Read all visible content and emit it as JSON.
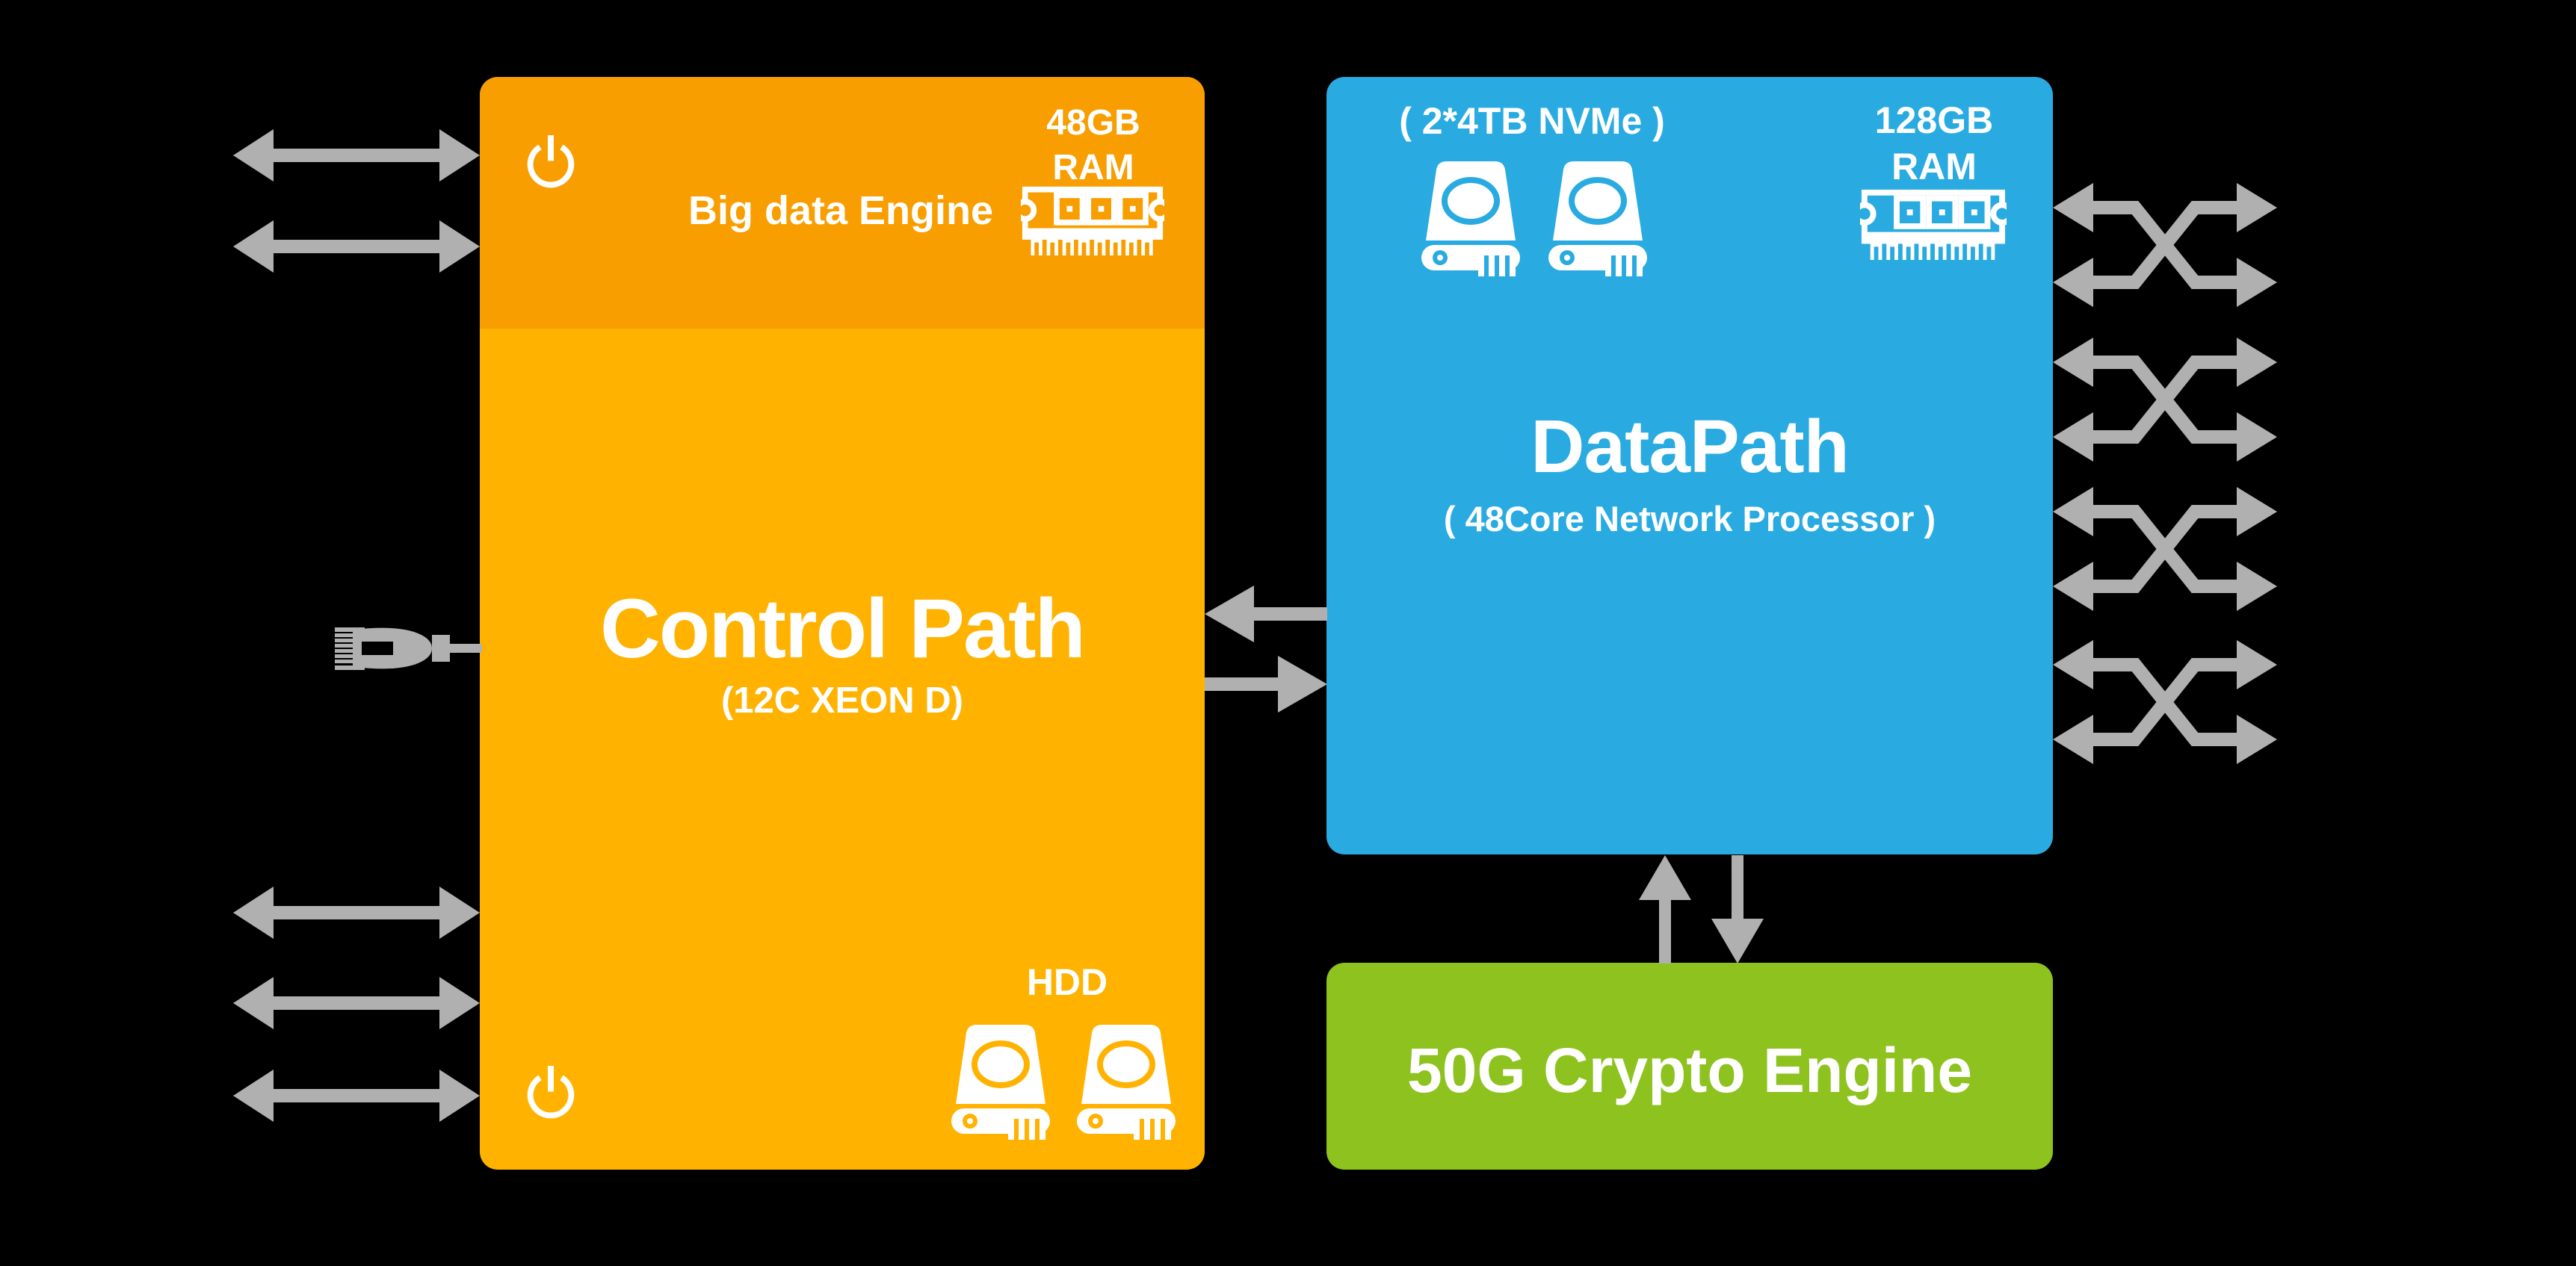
{
  "colors": {
    "background": "#000000",
    "orange_header": "#F89E00",
    "orange_body": "#FFB300",
    "blue": "#29ABE2",
    "green": "#8DC21F",
    "arrow_gray": "#B0B0B0",
    "text_white": "#FFFFFF"
  },
  "control_path": {
    "header_label": "Big data Engine",
    "ram_size": "48GB",
    "ram_label": "RAM",
    "title": "Control Path",
    "subtitle": "(12C XEON D)",
    "storage_label": "HDD"
  },
  "data_path": {
    "nvme_label": "( 2*4TB NVMe )",
    "ram_size": "128GB",
    "ram_label": "RAM",
    "title": "DataPath",
    "subtitle": "( 48Core Network Processor )"
  },
  "crypto_engine": {
    "title": "50G Crypto Engine"
  },
  "icons": {
    "power": "power-icon",
    "ram": "ram-stick-icon",
    "drive": "disk-drive-icon",
    "ethernet": "ethernet-plug-icon",
    "bidirectional_arrow": "bidirectional-arrow-icon",
    "crossover_arrows": "crossover-arrows-icon"
  },
  "connections": {
    "left_top_bidirectional_arrows": 2,
    "left_bottom_bidirectional_arrows": 3,
    "control_to_datapath_arrows": 2,
    "datapath_to_crypto_arrows": 2,
    "right_crossover_units": 4
  }
}
